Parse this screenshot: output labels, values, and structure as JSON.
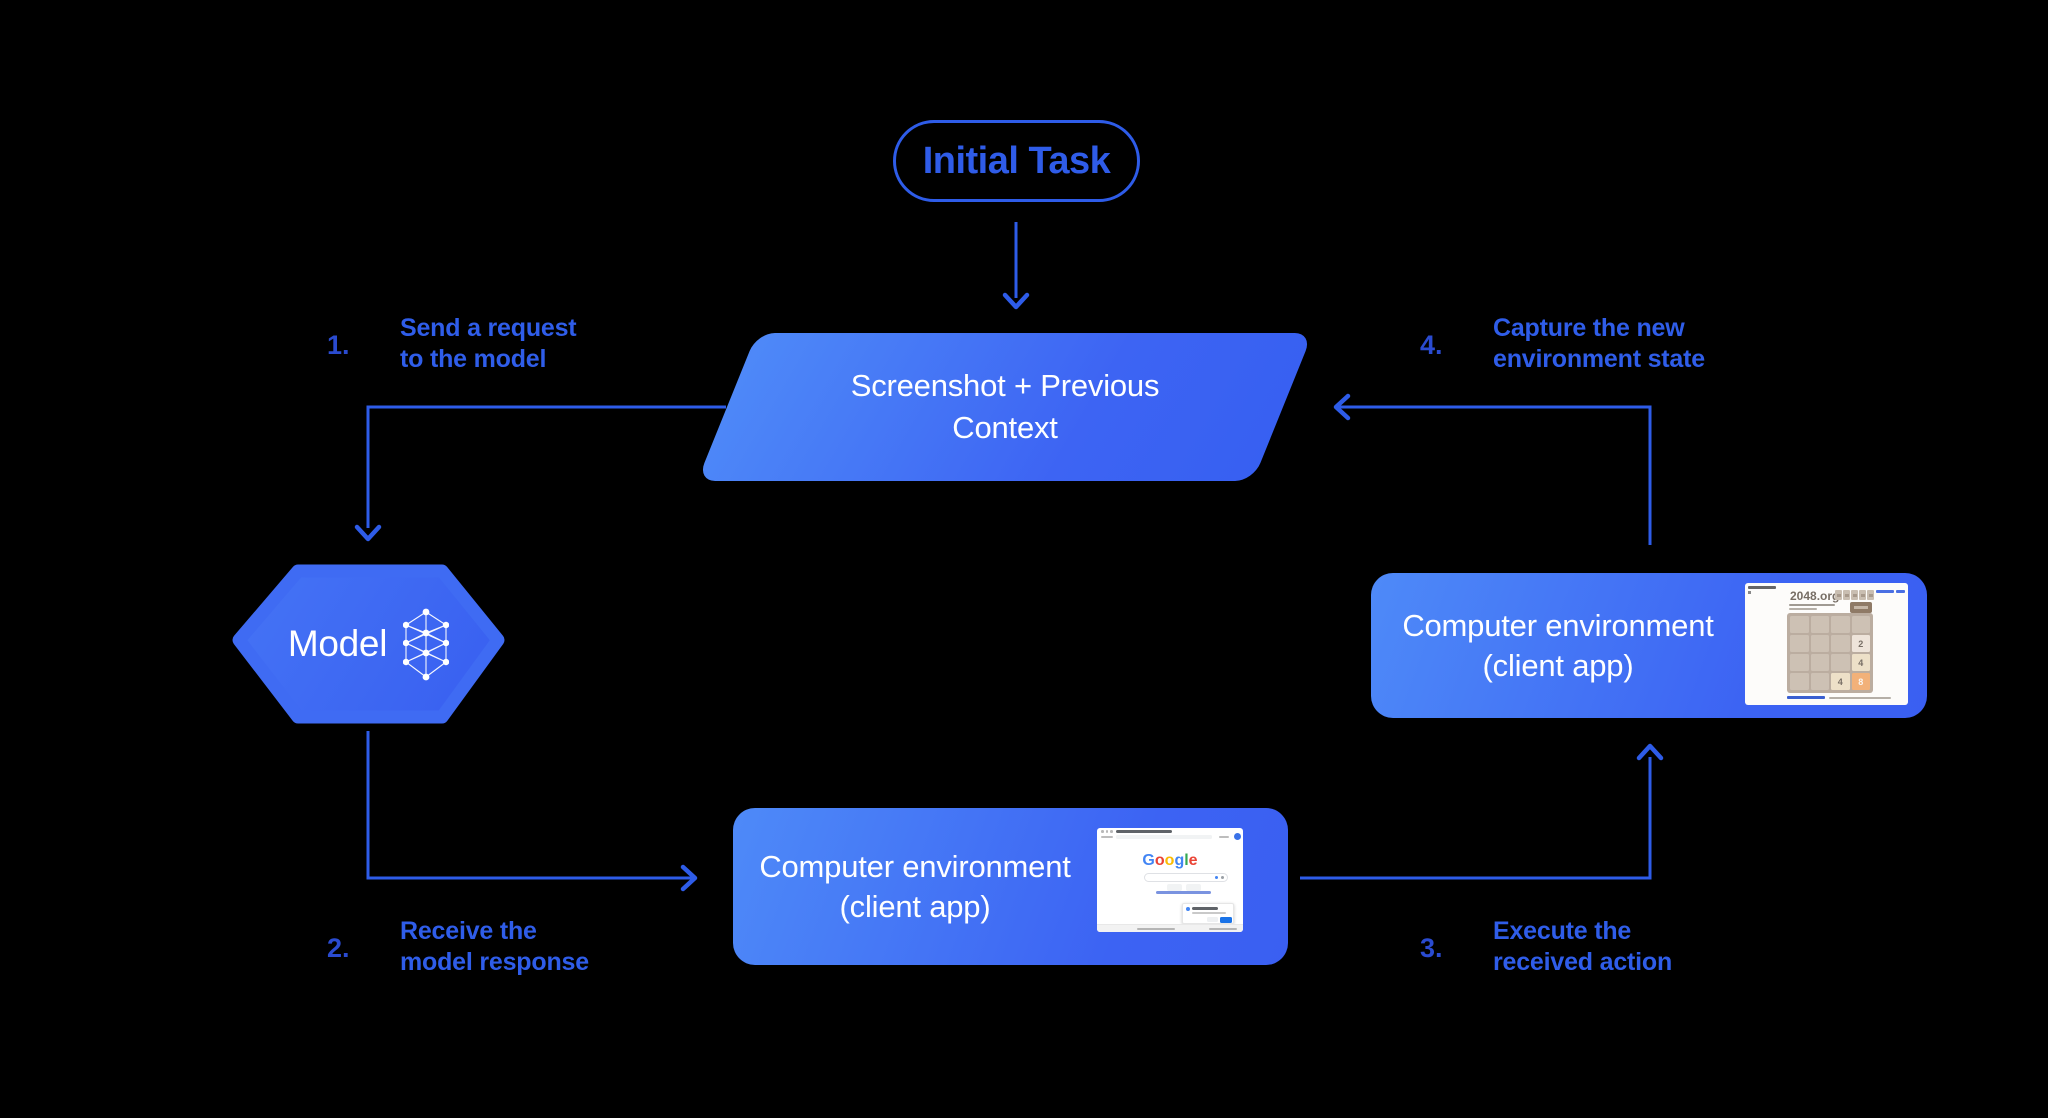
{
  "colors": {
    "background": "#000000",
    "accent_blue": "#2e5ce8",
    "step_number_blue": "#2a4bd0",
    "shape_gradient_start": "#4e89f8",
    "shape_gradient_end": "#3a5ff2",
    "text_on_shape": "#ffffff"
  },
  "nodes": {
    "initial_task": {
      "label": "Initial Task"
    },
    "screenshot_context": {
      "line1": "Screenshot + Previous",
      "line2": "Context"
    },
    "model": {
      "label": "Model",
      "icon": "neural-network-icon"
    },
    "computer_env_bottom": {
      "line1": "Computer environment",
      "line2": "(client app)"
    },
    "computer_env_right": {
      "line1": "Computer environment",
      "line2": "(client app)"
    }
  },
  "steps": [
    {
      "number": "1.",
      "line1": "Send a request",
      "line2": "to the model"
    },
    {
      "number": "2.",
      "line1": "Receive the",
      "line2": "model response"
    },
    {
      "number": "3.",
      "line1": "Execute the",
      "line2": "received action"
    },
    {
      "number": "4.",
      "line1": "Capture the new",
      "line2": "environment state"
    }
  ],
  "thumbnails": {
    "google": {
      "logo_letters": [
        {
          "ch": "G",
          "color": "#4285F4"
        },
        {
          "ch": "o",
          "color": "#EA4335"
        },
        {
          "ch": "o",
          "color": "#FBBC05"
        },
        {
          "ch": "g",
          "color": "#4285F4"
        },
        {
          "ch": "l",
          "color": "#34A853"
        },
        {
          "ch": "e",
          "color": "#EA4335"
        }
      ]
    },
    "game_2048": {
      "title": "2048.org",
      "grid": [
        [
          "",
          "",
          "",
          ""
        ],
        [
          "",
          "",
          "",
          "2"
        ],
        [
          "",
          "",
          "",
          "4"
        ],
        [
          "",
          "",
          "4",
          "8"
        ]
      ]
    }
  }
}
